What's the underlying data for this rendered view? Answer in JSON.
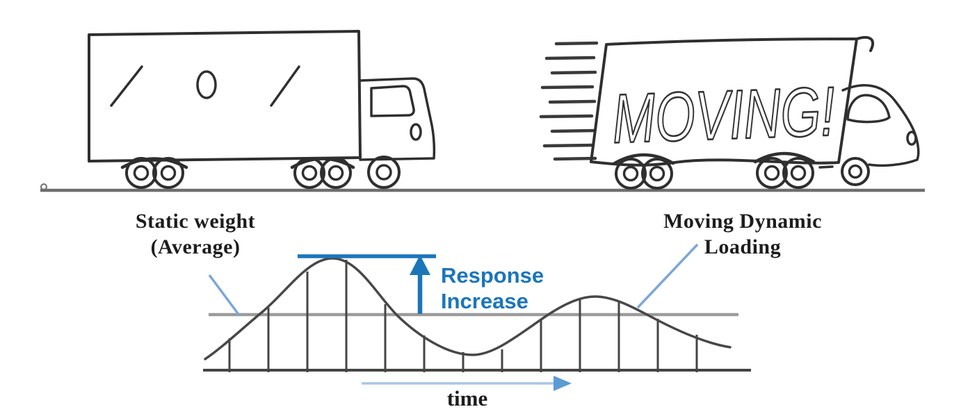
{
  "trucks": {
    "moving_truck_text": "MOVING!"
  },
  "graph": {
    "static_weight_label": {
      "line1": "Static weight",
      "line2": "(Average)"
    },
    "moving_dynamic_label": {
      "line1": "Moving Dynamic",
      "line2": "Loading"
    },
    "response_increase_label": {
      "line1": "Response",
      "line2": "Increase"
    },
    "time_axis_label": "time"
  },
  "icons": {
    "response_increase_arrow": "arrow-up-icon",
    "time_axis_arrow": "arrow-right-icon"
  },
  "colors": {
    "accent_blue": "#1B75BB",
    "leader_line_blue": "#7BA7D7",
    "time_arrow_shaft_blue": "#A9C7E8",
    "time_arrow_head_blue": "#5B9BD5",
    "sketch_ink": "#2F2F2F",
    "average_line_gray": "#9B9B9B",
    "baseline_gray": "#454545",
    "ground_line_gray": "#6E6E6E"
  }
}
